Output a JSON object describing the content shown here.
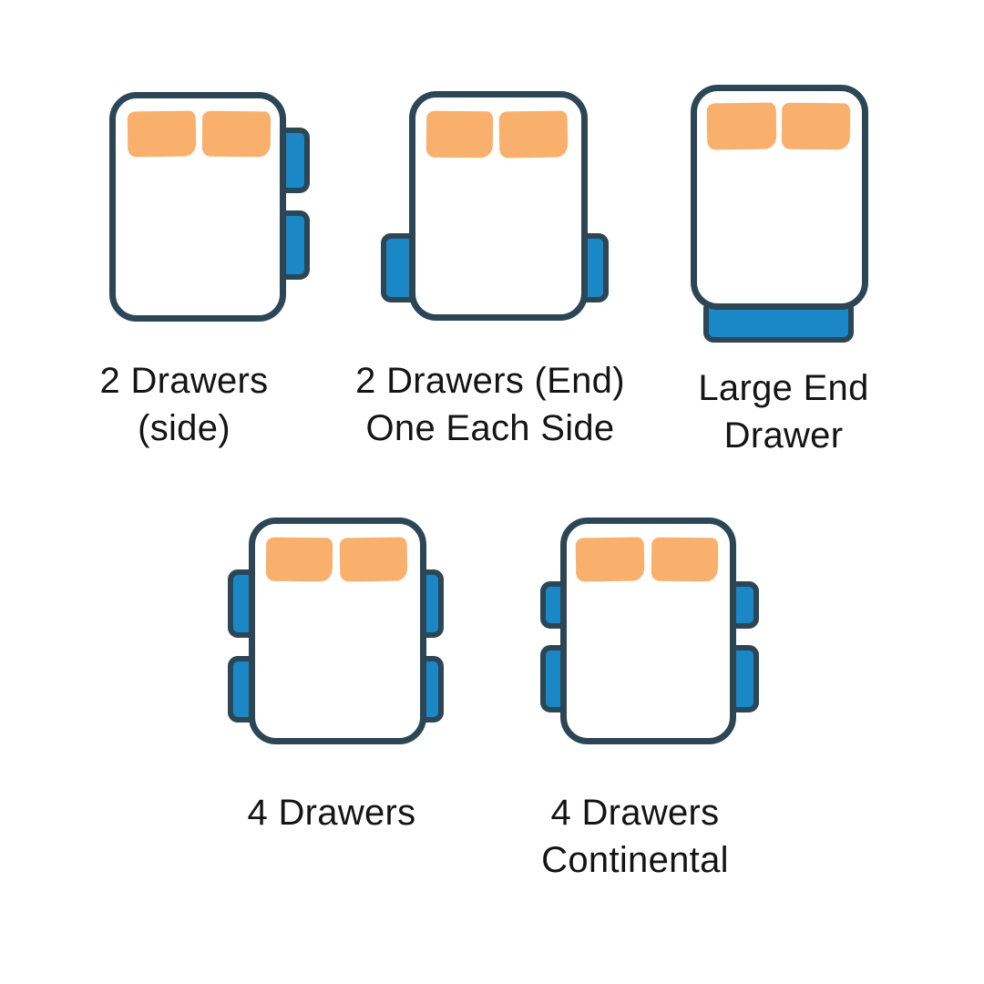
{
  "colors": {
    "background": "#ffffff",
    "bed-outline": "#2d4656",
    "drawer-fill": "#1a87c6",
    "pillow-fill": "#f9b06c",
    "text": "#141414"
  },
  "diagram": {
    "figures": [
      {
        "id": "2-drawers-side",
        "label_lines": [
          "2 Drawers",
          "(side)"
        ],
        "drawer_count": 2,
        "drawer_placement": "two drawers on right side"
      },
      {
        "id": "2-drawers-end-one-each-side",
        "label_lines": [
          "2 Drawers (End)",
          "One Each Side"
        ],
        "drawer_count": 2,
        "drawer_placement": "one drawer each side near foot end"
      },
      {
        "id": "large-end-drawer",
        "label_lines": [
          "Large End",
          "Drawer"
        ],
        "drawer_count": 1,
        "drawer_placement": "single wide drawer at foot end"
      },
      {
        "id": "4-drawers",
        "label_lines": [
          "4 Drawers"
        ],
        "drawer_count": 4,
        "drawer_placement": "two drawers each side"
      },
      {
        "id": "4-drawers-continental",
        "label_lines": [
          "4 Drawers",
          "Continental"
        ],
        "drawer_count": 4,
        "drawer_placement": "two drawers each side, smaller upper drawers"
      }
    ]
  }
}
